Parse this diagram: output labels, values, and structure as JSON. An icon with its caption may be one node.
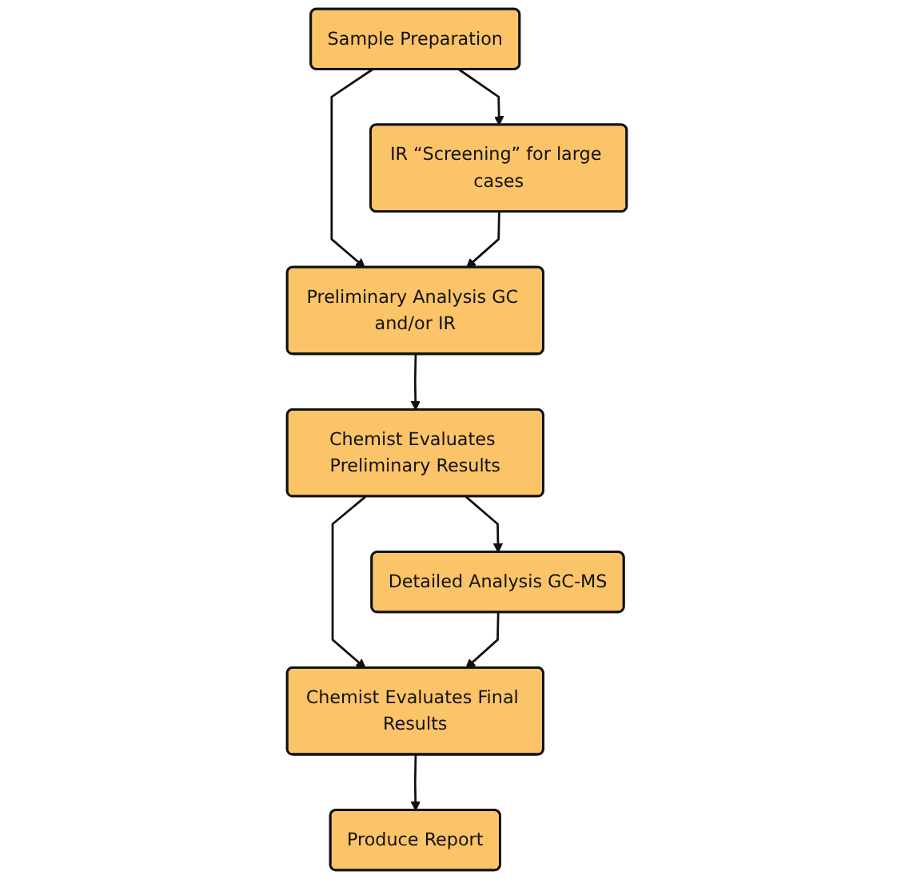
{
  "diagram": {
    "nodes": [
      {
        "text": [
          "Sample Preparation"
        ]
      },
      {
        "text": [
          "IR “Screening” for large cases"
        ]
      },
      {
        "text": [
          "Preliminary Analysis GC and/or IR"
        ]
      },
      {
        "text": [
          "Chemist Evaluates Preliminary Results"
        ]
      },
      {
        "text": [
          "Detailed Analysis GC-MS"
        ]
      },
      {
        "text": [
          "Chemist Evaluates Final Results"
        ]
      },
      {
        "text": [
          "Produce Report"
        ]
      }
    ],
    "edges": [
      {
        "from": 0,
        "to": 1,
        "arrow": "to"
      },
      {
        "from": 0,
        "to": 2,
        "arrow": "to"
      },
      {
        "from": 1,
        "to": 2,
        "arrow": "to"
      },
      {
        "from": 2,
        "to": 3,
        "arrow": "to"
      },
      {
        "from": 3,
        "to": 4,
        "arrow": "to"
      },
      {
        "from": 3,
        "to": 5,
        "arrow": "to"
      },
      {
        "from": 4,
        "to": 5,
        "arrow": "to"
      },
      {
        "from": 5,
        "to": 6,
        "arrow": "to"
      }
    ]
  }
}
